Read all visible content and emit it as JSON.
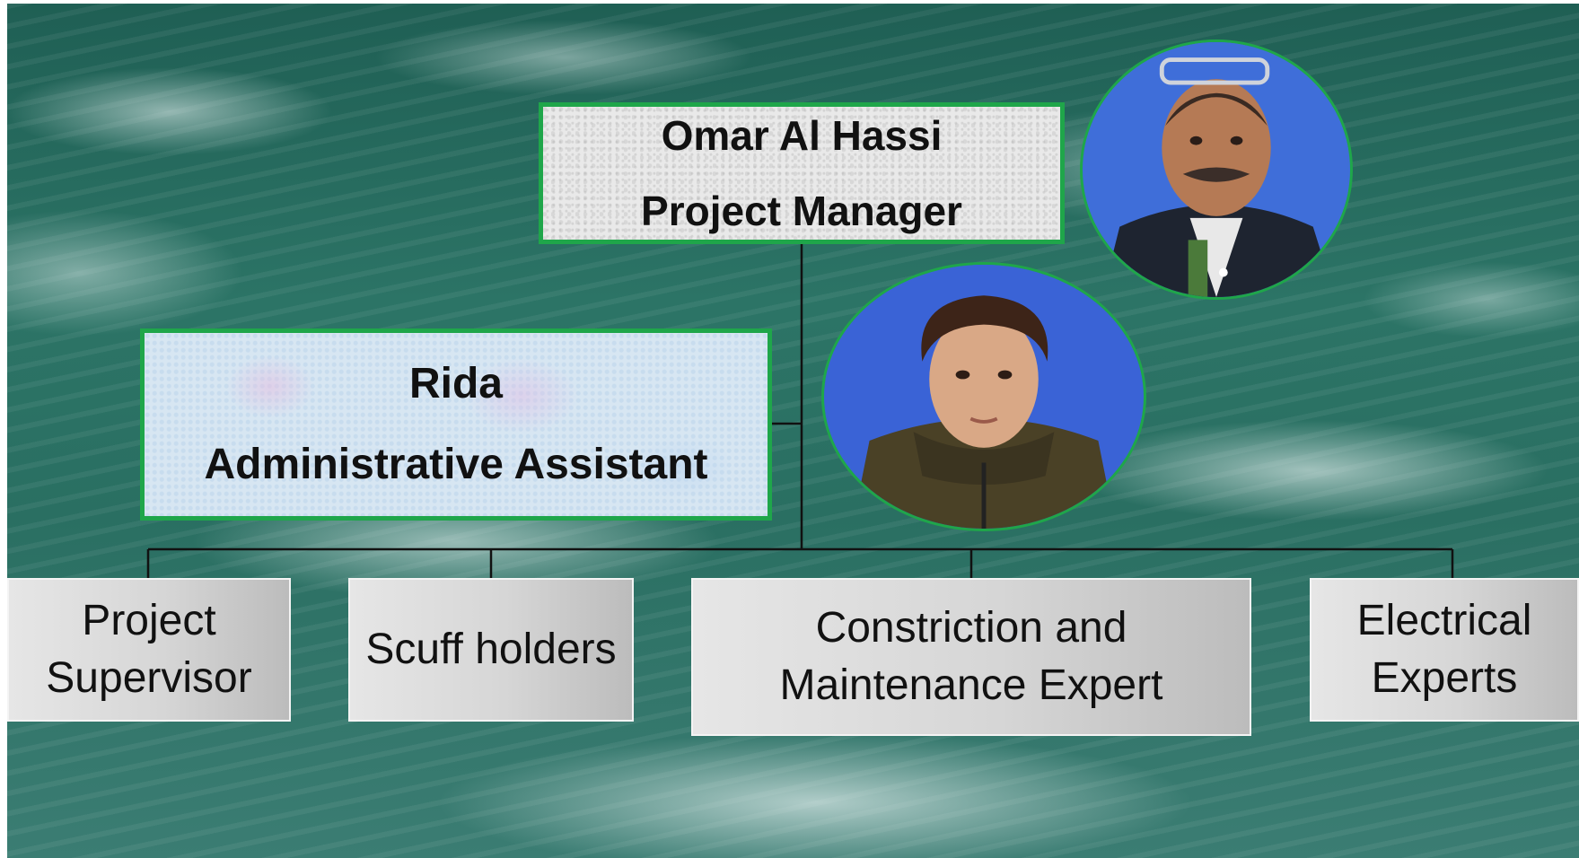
{
  "manager": {
    "name": "Omar Al Hassi",
    "role": "Project Manager"
  },
  "assistant": {
    "name": "Rida",
    "role": "Administrative Assistant"
  },
  "subordinates": [
    {
      "line1": "Project",
      "line2": "Supervisor"
    },
    {
      "line1": "Scuff holders",
      "line2": ""
    },
    {
      "line1": "Constriction and",
      "line2": "Maintenance Expert"
    },
    {
      "line1": "Electrical",
      "line2": "Experts"
    }
  ],
  "colors": {
    "box_border": "#1fa64a",
    "connector": "#111111",
    "photo_bg": "#3f6ed9"
  },
  "icons": {
    "manager_photo": "person-photo",
    "assistant_photo": "person-photo"
  }
}
